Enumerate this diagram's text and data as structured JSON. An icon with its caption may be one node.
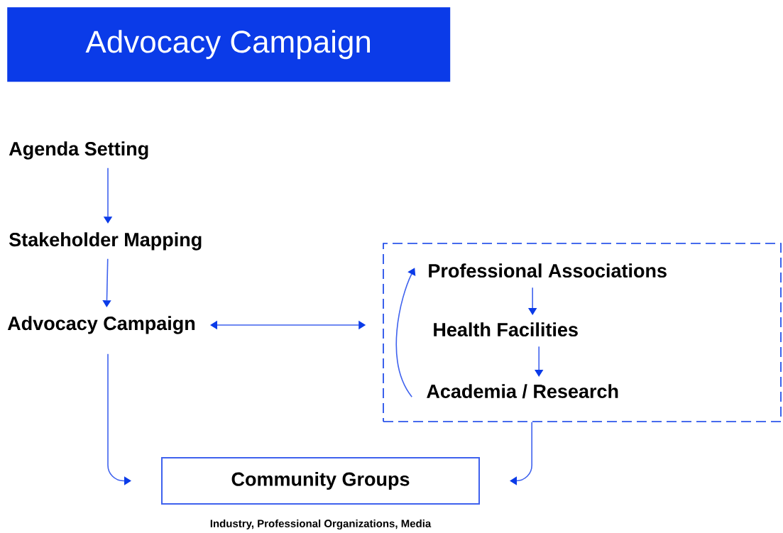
{
  "diagram": {
    "title": "Advocacy Campaign",
    "nodes": [
      {
        "text": [
          "Agenda Setting"
        ]
      },
      {
        "text": [
          "Stakeholder Mapping"
        ]
      },
      {
        "text": [
          "Advocacy Campaign"
        ]
      },
      {
        "text": [],
        "shape": "box"
      },
      {
        "text": [
          "Professional Associations"
        ],
        "in": 3
      },
      {
        "text": [
          "Health Facilities"
        ],
        "in": 3
      },
      {
        "text": [
          "Academia / Research"
        ],
        "in": 3
      },
      {
        "text": [
          "Community Groups"
        ],
        "beside": [
          "Industry, Professional Organizations, Media"
        ]
      }
    ],
    "edges": [
      {
        "from": 0,
        "to": 1,
        "arrow": "to"
      },
      {
        "from": 1,
        "to": 2,
        "arrow": "to"
      },
      {
        "from": 2,
        "to": 3,
        "arrow": "both"
      },
      {
        "from": 4,
        "to": 5,
        "arrow": "to"
      },
      {
        "from": 5,
        "to": 6,
        "arrow": "to"
      },
      {
        "from": 6,
        "to": 4,
        "arrow": "to"
      },
      {
        "from": 2,
        "to": 7,
        "arrow": "to"
      },
      {
        "from": 3,
        "to": 7,
        "arrow": "to"
      }
    ]
  }
}
